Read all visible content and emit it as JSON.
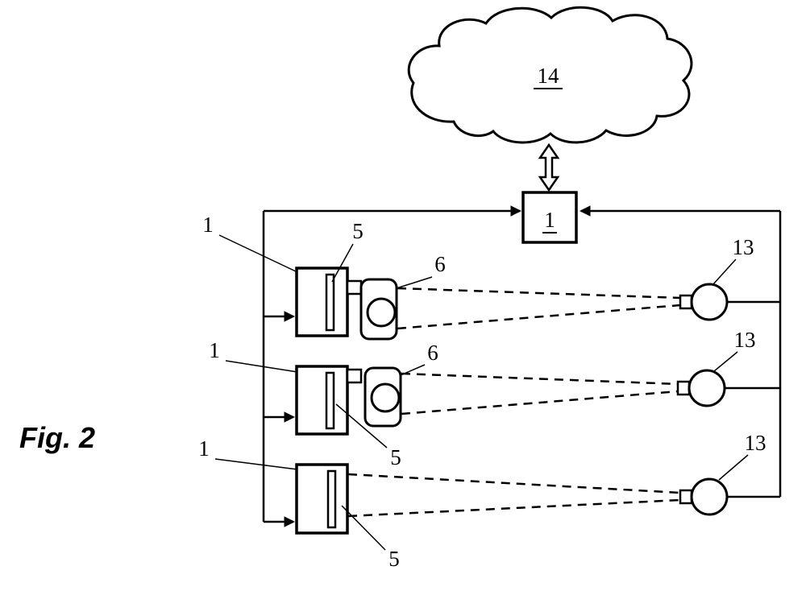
{
  "figure": {
    "label": "Fig. 2"
  },
  "colors": {
    "line": "#000000",
    "background": "#ffffff"
  },
  "nodes": {
    "cloud": {
      "label": "14"
    },
    "gateway": {
      "label": "1"
    },
    "devices": [
      {
        "label": "1",
        "sensor_label": "5",
        "camera_label": "6"
      },
      {
        "label": "1",
        "sensor_label": "5",
        "camera_label": "6"
      },
      {
        "label": "1",
        "sensor_label": "5"
      }
    ],
    "lamps": [
      {
        "label": "13"
      },
      {
        "label": "13"
      },
      {
        "label": "13"
      }
    ]
  }
}
